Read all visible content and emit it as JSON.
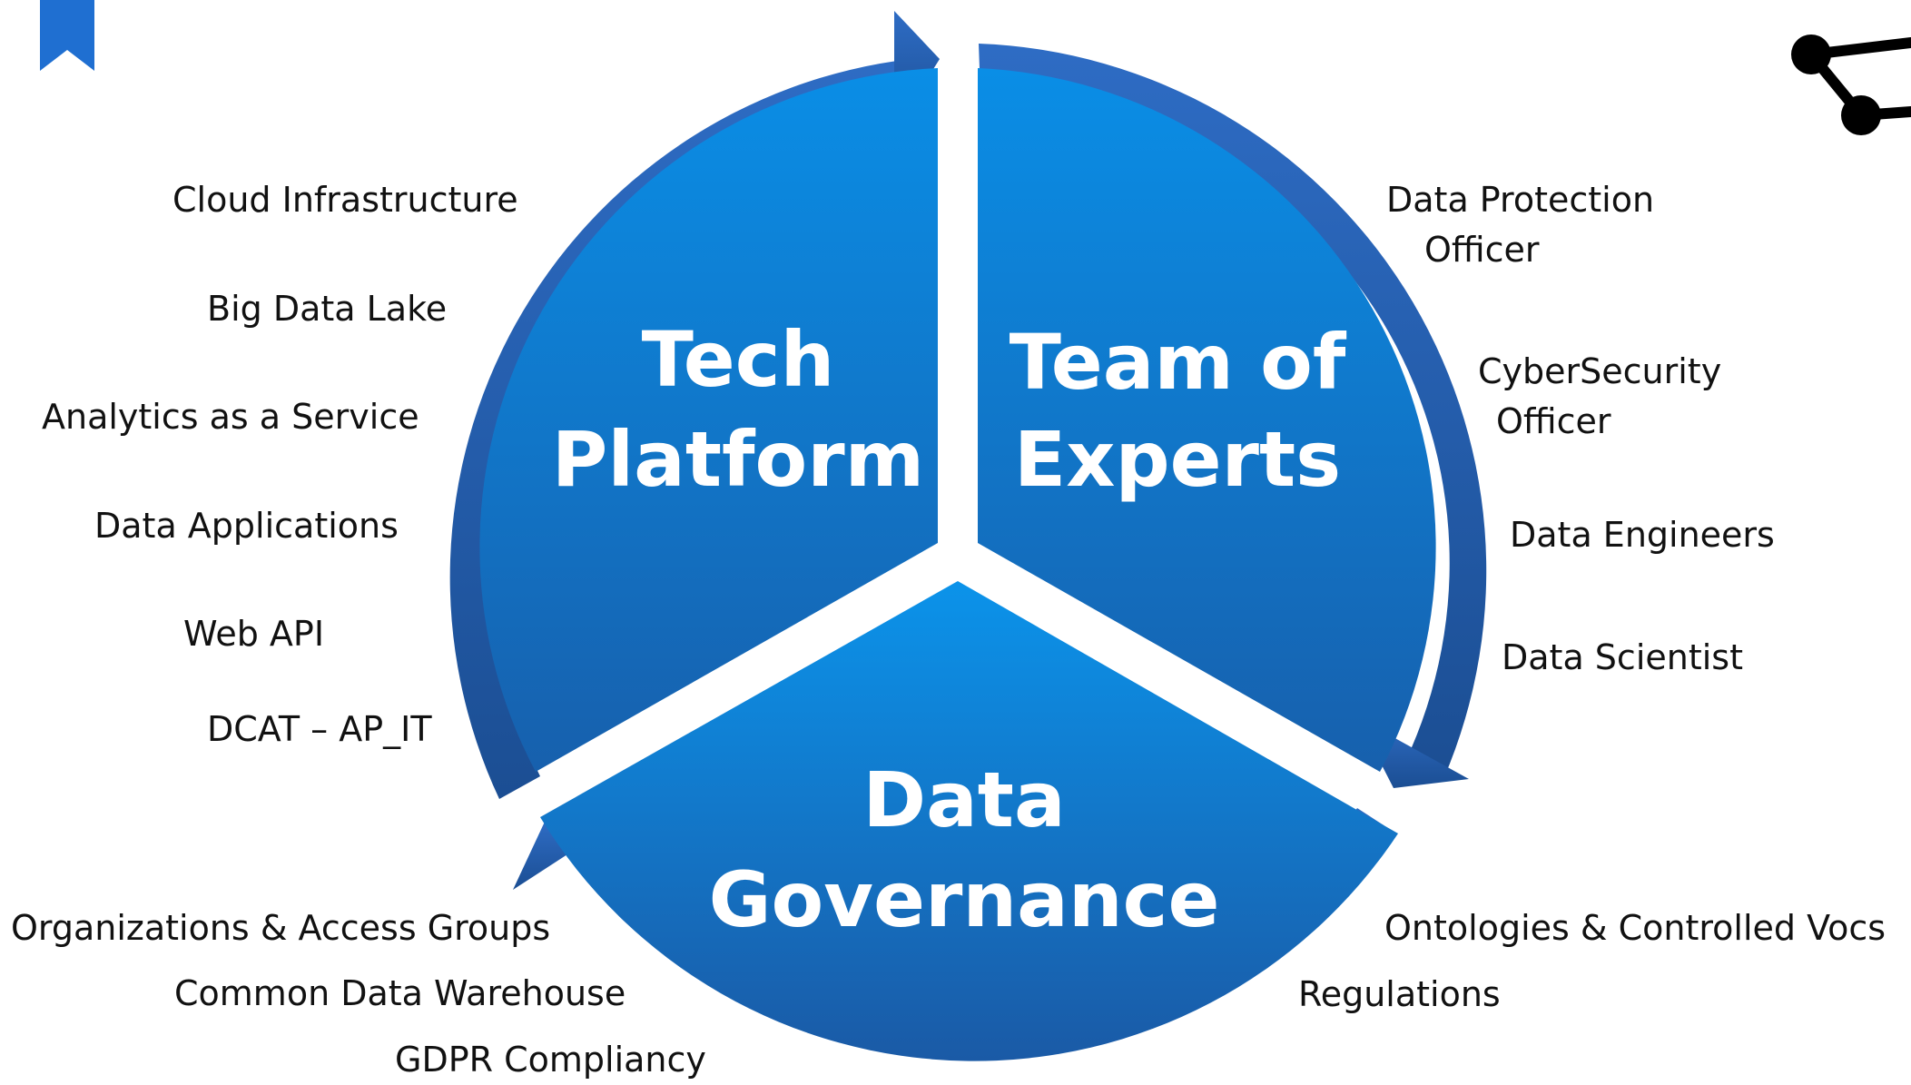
{
  "diagram": {
    "segments": {
      "tech": {
        "line1": "Tech",
        "line2": "Platform"
      },
      "team": {
        "line1": "Team of",
        "line2": "Experts"
      },
      "governance": {
        "line1": "Data",
        "line2": "Governance"
      }
    },
    "tech_items": [
      "Cloud Infrastructure",
      "Big Data Lake",
      "Analytics as a Service",
      "Data Applications",
      "Web API",
      "DCAT – AP_IT"
    ],
    "team_items": {
      "dpo": {
        "line1": "Data Protection",
        "line2": "Officer"
      },
      "cso": {
        "line1": "CyberSecurity",
        "line2": "Officer"
      },
      "engineers": "Data Engineers",
      "scientist": "Data Scientist"
    },
    "governance_left_items": [
      "Organizations & Access Groups",
      "Common Data Warehouse",
      "GDPR Compliancy"
    ],
    "governance_right_items": [
      "Ontologies & Controlled Vocs",
      "Regulations"
    ]
  },
  "icons": {
    "top_left": "bookmark-icon",
    "top_right": "share-nodes-icon"
  },
  "colors": {
    "segment_light": "#0a8ee6",
    "segment_dark": "#1760ad",
    "ring_light": "#2e6cc4",
    "ring_dark": "#1b4e93",
    "accent": "#1f6fd1",
    "text": "#111111"
  }
}
